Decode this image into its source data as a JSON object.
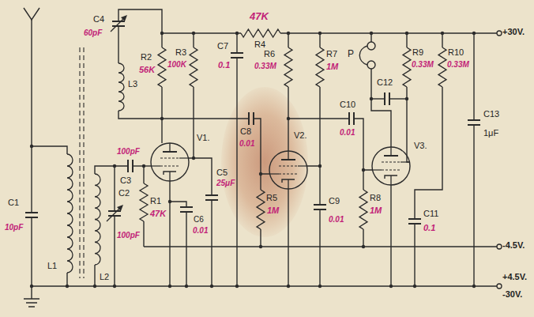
{
  "diagram": {
    "labels": [
      "C4",
      "60pF",
      "L3",
      "R2",
      "56K",
      "R3",
      "100K",
      "C7",
      "0.1",
      "47K",
      "R4",
      "R6",
      "0.33M",
      "R7",
      "1M",
      "P",
      "R9",
      "0.33M",
      "R10",
      "0.33M",
      "+30V.",
      "C13",
      "1μF",
      "C3",
      "100pF",
      "V1.",
      "C5",
      "25μF",
      "C8",
      "0.01",
      "V2.",
      "C10",
      "0.01",
      "C12",
      "V3.",
      "C1",
      "10pF",
      "L1",
      "L2",
      "C2",
      "100pF",
      "R1",
      "47K",
      "C6",
      "0.01",
      "R5",
      "1M",
      "C9",
      "0.01",
      "R8",
      "1M",
      "C11",
      "0.1",
      "-4.5V.",
      "+4.5V.",
      "-30V."
    ]
  }
}
